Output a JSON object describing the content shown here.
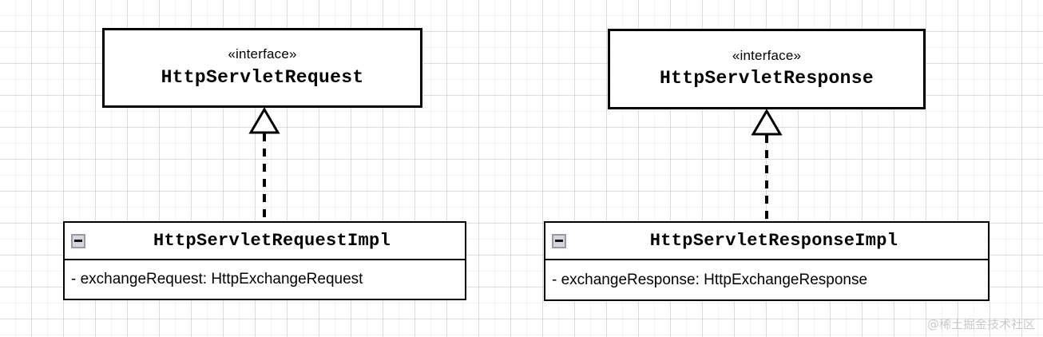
{
  "diagram": {
    "type": "uml-class-diagram",
    "background": "graph-paper-grid",
    "grid_color": "#c8c8cd",
    "line_color": "#000000",
    "box_fill": "#ffffff"
  },
  "interfaces": [
    {
      "stereotype": "«interface»",
      "name": "HttpServletRequest"
    },
    {
      "stereotype": "«interface»",
      "name": "HttpServletResponse"
    }
  ],
  "classes": [
    {
      "name": "HttpServletRequestImpl",
      "icon": "collapse-minus-icon",
      "attributes": [
        "- exchangeRequest: HttpExchangeRequest"
      ]
    },
    {
      "name": "HttpServletResponseImpl",
      "icon": "collapse-minus-icon",
      "attributes": [
        "- exchangeResponse: HttpExchangeResponse"
      ]
    }
  ],
  "relationships": [
    {
      "kind": "realization",
      "from": "HttpServletRequestImpl",
      "to": "HttpServletRequest",
      "line_style": "dashed",
      "arrow_head": "hollow-triangle"
    },
    {
      "kind": "realization",
      "from": "HttpServletResponseImpl",
      "to": "HttpServletResponse",
      "line_style": "dashed",
      "arrow_head": "hollow-triangle"
    }
  ],
  "watermark": {
    "text": "@稀土掘金技术社区",
    "color": "#c9c9cd"
  }
}
